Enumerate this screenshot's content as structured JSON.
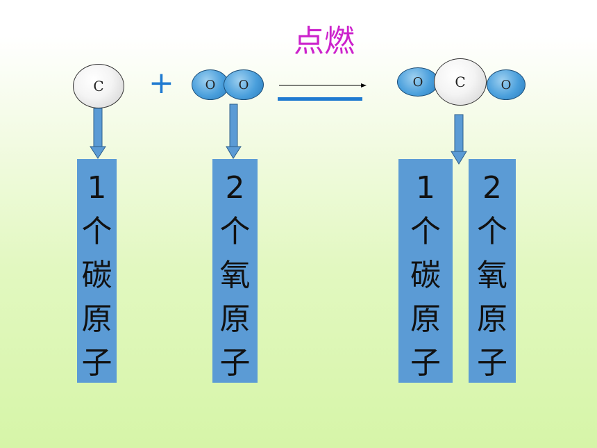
{
  "title": "点燃",
  "reactants": {
    "carbon": "C",
    "plus": "+",
    "oxygen1": "O",
    "oxygen2": "O"
  },
  "products": {
    "oxygen1": "O",
    "carbon": "C",
    "oxygen2": "O"
  },
  "labels": [
    [
      "1",
      "个",
      "碳",
      "原",
      "子"
    ],
    [
      "2",
      "个",
      "氧",
      "原",
      "子"
    ],
    [
      "1",
      "个",
      "碳",
      "原",
      "子"
    ],
    [
      "2",
      "个",
      "氧",
      "原",
      "子"
    ]
  ],
  "colors": {
    "title": "#cc22cc",
    "plus": "#1f7ad0",
    "label_box": "#5b9bd5",
    "equals_bar": "#1f7ad0",
    "oxygen": "#4a9fdc"
  }
}
